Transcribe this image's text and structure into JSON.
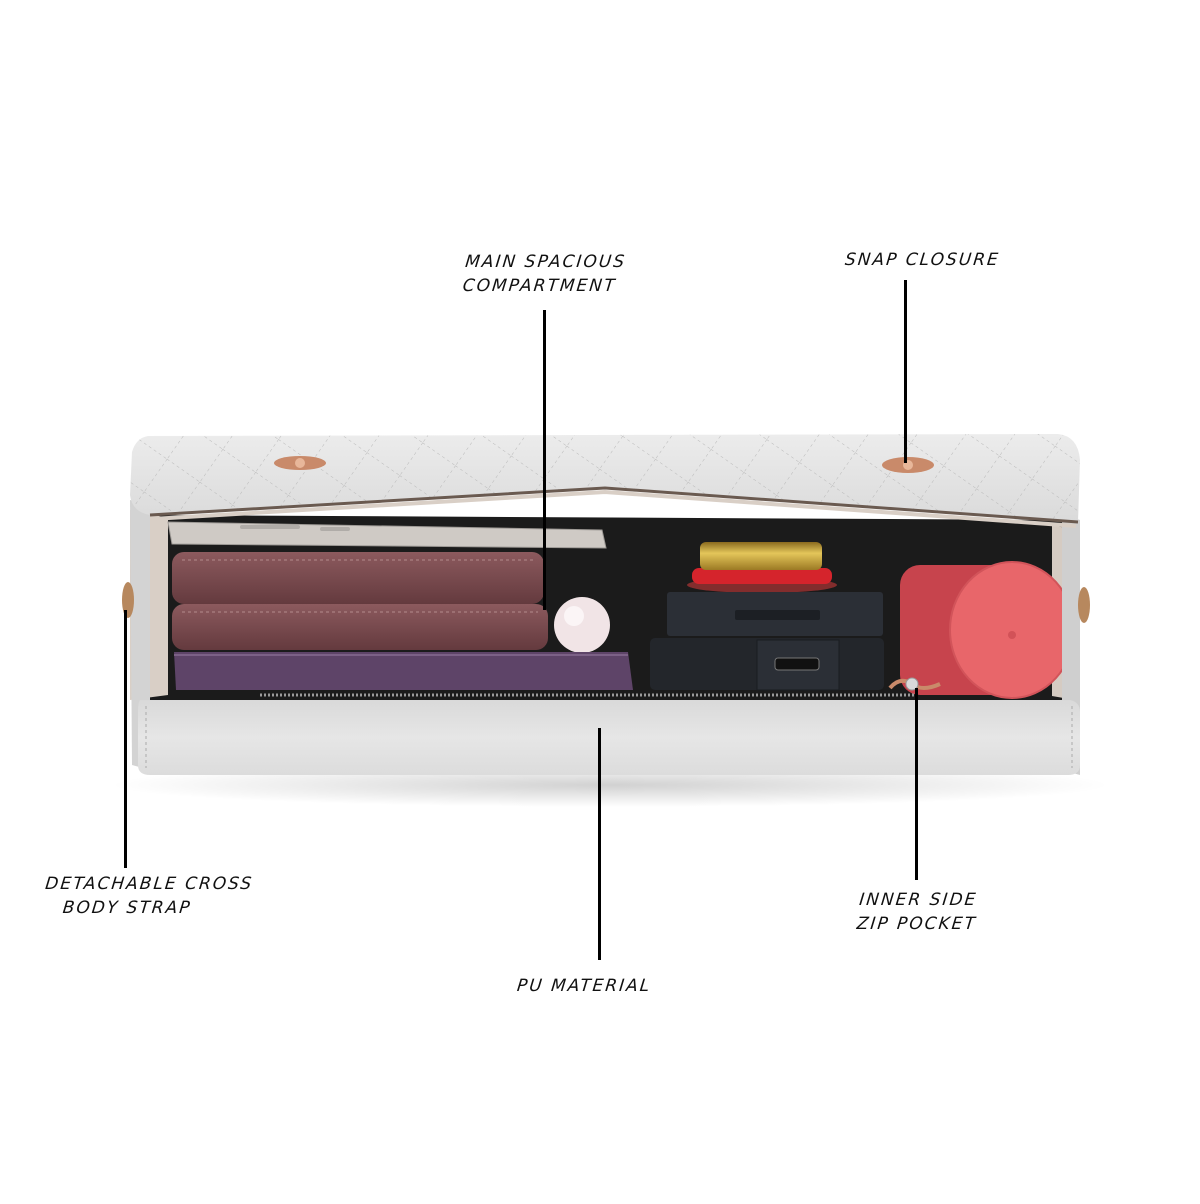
{
  "product": "Quilted clutch / cross-body bag (open, interior view)",
  "callouts": [
    {
      "id": "main-compartment",
      "line1": "MAIN SPACIOUS",
      "line2": "COMPARTMENT"
    },
    {
      "id": "snap-closure",
      "line1": "SNAP CLOSURE",
      "line2": ""
    },
    {
      "id": "strap",
      "line1": "DETACHABLE CROSS",
      "line2": "BODY STRAP"
    },
    {
      "id": "pu-material",
      "line1": "PU MATERIAL",
      "line2": ""
    },
    {
      "id": "zip-pocket",
      "line1": "INNER SIDE",
      "line2": "ZIP POCKET"
    }
  ],
  "colors": {
    "bag_body": "#e3e3e3",
    "bag_shadow": "#c9c9c9",
    "lining": "#d9cfc6",
    "interior_dark": "#1b1b1b",
    "wallet": "#7a4a4e",
    "book": "#5e4468",
    "phone": "#c8c4c0",
    "hardware": "#c98a6a",
    "compact_dark": "#2b2f36",
    "tin_gold": "#c9a03a",
    "tin_red": "#d5242c",
    "lipstick": "#e8666a",
    "pearl": "#f1e4e6"
  }
}
